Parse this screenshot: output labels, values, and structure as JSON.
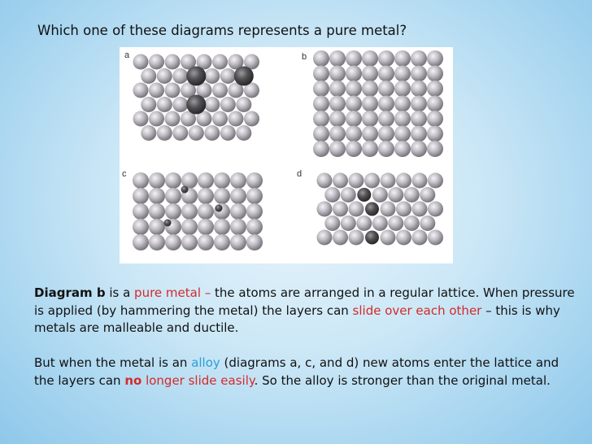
{
  "title": "Which one of these diagrams represents a pure metal?",
  "figure": {
    "panels": [
      {
        "label": "a",
        "type": "alloy-large-atoms"
      },
      {
        "label": "b",
        "type": "pure-metal"
      },
      {
        "label": "c",
        "type": "alloy-small-atoms"
      },
      {
        "label": "d",
        "type": "alloy-large-atoms-scattered"
      }
    ],
    "colors": {
      "host_atom": "#b9b6bd",
      "foreign_atom": "#4f4f52",
      "background": "#ffffff"
    }
  },
  "paragraph1": {
    "s1": "Diagram b",
    "s2": " is a ",
    "s3": "pure metal",
    "s4": " – ",
    "s5": "the atoms are arranged in a regular lattice. When pressure is applied (by hammering the metal) the layers can ",
    "s6": "slide over each other",
    "s7": " – this is why metals are malleable and ductile."
  },
  "paragraph2": {
    "s1": "But when the metal is an ",
    "s2": "alloy",
    "s3": " (diagrams a, c, and d) new atoms enter the lattice and the layers can ",
    "s4": "no",
    "s5": " longer slide easily",
    "s6": ". So the alloy is stronger than the original metal."
  },
  "colors": {
    "highlight_red": "#d42a2a",
    "highlight_blue": "#2a9fd8"
  }
}
